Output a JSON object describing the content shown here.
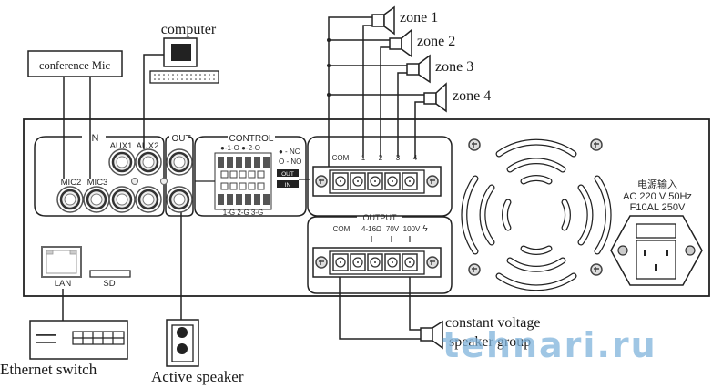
{
  "external_devices": {
    "conference_mic": "conference Mic",
    "computer": "computer",
    "ethernet_switch": "Ethernet switch",
    "active_speaker": "Active speaker",
    "speaker_group_line1": "constant voltage",
    "speaker_group_line2": "speaker group",
    "zones": [
      "zone 1",
      "zone 2",
      "zone 3",
      "zone 4"
    ]
  },
  "panel": {
    "in_section": {
      "title": "IN",
      "labels": [
        "MIC2",
        "MIC3",
        "AUX1",
        "AUX2"
      ]
    },
    "out_section": {
      "title": "OUT"
    },
    "control_section": {
      "title": "CONTROL",
      "top_labels": "●-1-O  ●-2-O",
      "bottom_labels": "1-G  2-G  3-G",
      "legend_nc": "● - NC",
      "legend_no": "O - NO",
      "out_badge": "OUT",
      "in_badge": "IN"
    },
    "zone_terminal": {
      "labels": [
        "COM",
        "1",
        "2",
        "3",
        "4"
      ]
    },
    "output_section": {
      "title": "OUTPUT",
      "labels": [
        "COM",
        "4-16Ω",
        "70V",
        "100V",
        "ϟ"
      ]
    },
    "lan_label": "LAN",
    "sd_label": "SD",
    "power": {
      "line1": "电源输入",
      "line2": "AC 220 V 50Hz",
      "line3": "F10AL  250V"
    }
  },
  "watermark": "tehnari.ru"
}
